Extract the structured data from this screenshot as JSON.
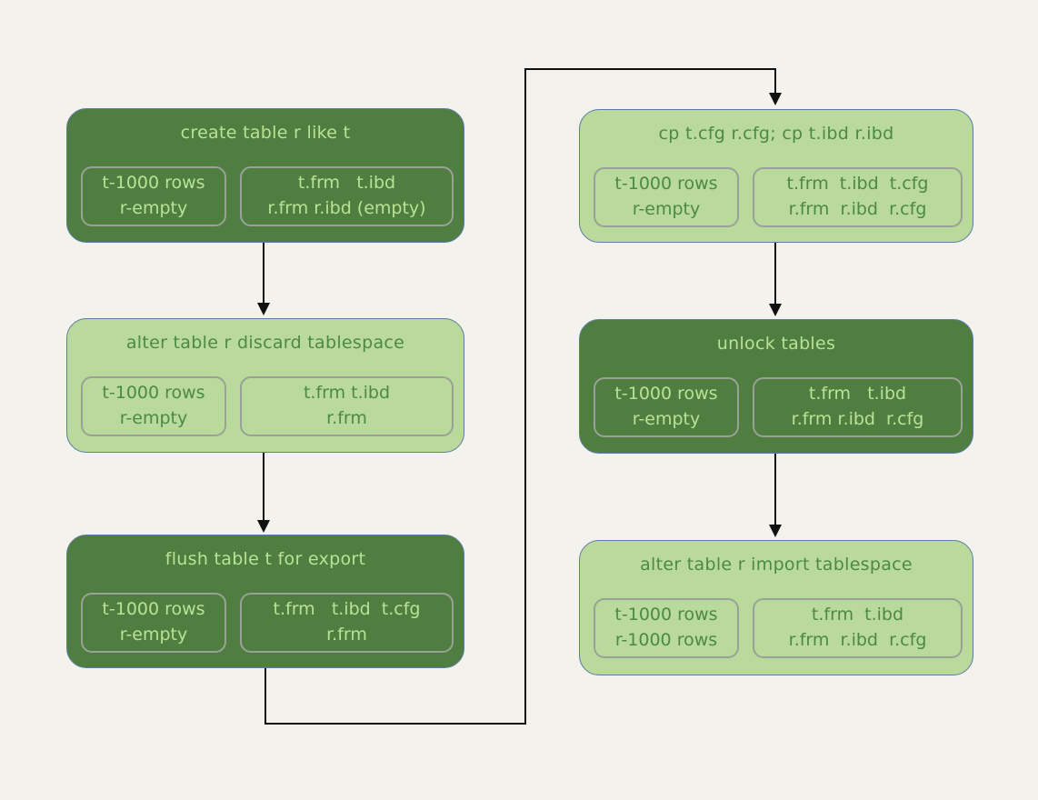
{
  "diagram": {
    "description": "MySQL transportable tablespace copy workflow flowchart"
  },
  "colors": {
    "background": "#f3f2ec",
    "node_dark": "#507e40",
    "node_light": "#b9da9b",
    "text_on_dark": "#b7e396",
    "text_on_light": "#4c8a41",
    "node_border": "#5b7ca3",
    "subbox_border": "#9aa198",
    "connector": "#111111"
  },
  "boxes": [
    {
      "title": "create table r like t",
      "variant": "dark",
      "rows": [
        "t-1000 rows",
        "r-empty"
      ],
      "files": [
        "t.frm   t.ibd",
        "r.frm r.ibd (empty)"
      ]
    },
    {
      "title": "alter table r discard tablespace",
      "variant": "light",
      "rows": [
        "t-1000 rows",
        "r-empty"
      ],
      "files": [
        "t.frm t.ibd",
        "r.frm"
      ]
    },
    {
      "title": "flush table t for export",
      "variant": "dark",
      "rows": [
        "t-1000 rows",
        "r-empty"
      ],
      "files": [
        "t.frm   t.ibd  t.cfg",
        "r.frm"
      ]
    },
    {
      "title": "cp t.cfg r.cfg; cp t.ibd r.ibd",
      "variant": "light",
      "rows": [
        "t-1000 rows",
        "r-empty"
      ],
      "files": [
        "t.frm  t.ibd  t.cfg",
        "r.frm  r.ibd  r.cfg"
      ]
    },
    {
      "title": "unlock tables",
      "variant": "dark",
      "rows": [
        "t-1000 rows",
        "r-empty"
      ],
      "files": [
        "t.frm   t.ibd",
        "r.frm r.ibd  r.cfg"
      ]
    },
    {
      "title": "alter table r import tablespace",
      "variant": "light",
      "rows": [
        "t-1000 rows",
        "r-1000 rows"
      ],
      "files": [
        "t.frm  t.ibd",
        "r.frm  r.ibd  r.cfg"
      ]
    }
  ]
}
